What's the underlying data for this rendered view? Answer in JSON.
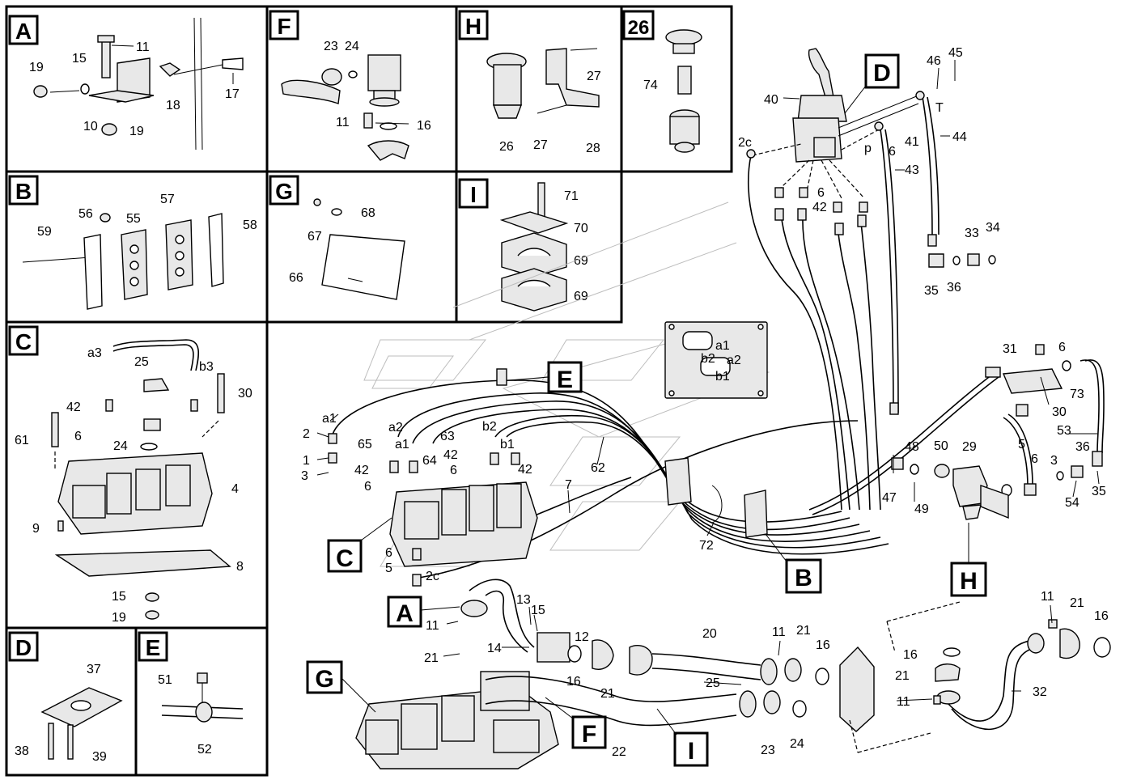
{
  "panels": {
    "A": {
      "title": "A",
      "labels": [
        "11",
        "15",
        "19",
        "17",
        "18",
        "10",
        "19"
      ]
    },
    "F": {
      "title": "F",
      "labels": [
        "23",
        "24",
        "11",
        "16"
      ]
    },
    "H": {
      "title": "H",
      "labels": [
        "27",
        "26",
        "27",
        "28"
      ]
    },
    "p26": {
      "title": "26",
      "labels": [
        "74"
      ]
    },
    "B": {
      "title": "B",
      "labels": [
        "59",
        "56",
        "55",
        "57",
        "58"
      ]
    },
    "G": {
      "title": "G",
      "labels": [
        "68",
        "67",
        "66"
      ]
    },
    "I": {
      "title": "I",
      "labels": [
        "71",
        "70",
        "69",
        "69"
      ]
    },
    "C": {
      "title": "C",
      "labels": [
        "a3",
        "25",
        "b3",
        "30",
        "42",
        "6",
        "24",
        "61",
        "4",
        "9",
        "8",
        "15",
        "19"
      ]
    },
    "D": {
      "title": "D",
      "labels": [
        "37",
        "38",
        "39"
      ]
    },
    "E": {
      "title": "E",
      "labels": [
        "51",
        "52"
      ]
    }
  },
  "main": {
    "callouts": [
      "D",
      "E",
      "C",
      "B",
      "H",
      "A",
      "G",
      "F",
      "I"
    ],
    "labels": {
      "l40": "40",
      "l46": "46",
      "l45": "45",
      "lT": "T",
      "l44": "44",
      "l2c_top": "2c",
      "lp": "p",
      "l6a": "6",
      "l41": "41",
      "l43": "43",
      "l6b": "6",
      "l42a": "42",
      "l33": "33",
      "l34": "34",
      "l35a": "35",
      "l36a": "36",
      "la1": "a1",
      "lb2": "b2",
      "la2": "a2",
      "lb1": "b1",
      "l31": "31",
      "l6c": "6",
      "l73": "73",
      "l30": "30",
      "l53": "53",
      "l29": "29",
      "l5a": "5",
      "l6d": "6",
      "l36b": "36",
      "l3a": "3",
      "l35b": "35",
      "l54": "54",
      "l48": "48",
      "l50": "50",
      "l47": "47",
      "l49": "49",
      "la1b": "a1",
      "l2": "2",
      "l1": "1",
      "l3b": "3",
      "la2b": "a2",
      "l65": "65",
      "la1c": "a1",
      "l63": "63",
      "lb2b": "b2",
      "lb1b": "b1",
      "l64": "64",
      "l42b": "42",
      "l42c": "42",
      "l6e": "6",
      "l42d": "42",
      "l6f": "6",
      "l62": "62",
      "l7": "7",
      "l72": "72",
      "l6g": "6",
      "l5b": "5",
      "l2cb": "2c",
      "l13": "13",
      "l15": "15",
      "l11a": "11",
      "l12": "12",
      "l14": "14",
      "l21a": "21",
      "l16a": "16",
      "l21b": "21",
      "l20": "20",
      "l11b": "11",
      "l21c": "21",
      "l16b": "16",
      "l25": "25",
      "l23": "23",
      "l24": "24",
      "l22": "22",
      "l11c": "11",
      "l21d": "21",
      "l16c": "16",
      "l16d": "16",
      "l21e": "21",
      "l11d": "11",
      "l32": "32"
    }
  }
}
